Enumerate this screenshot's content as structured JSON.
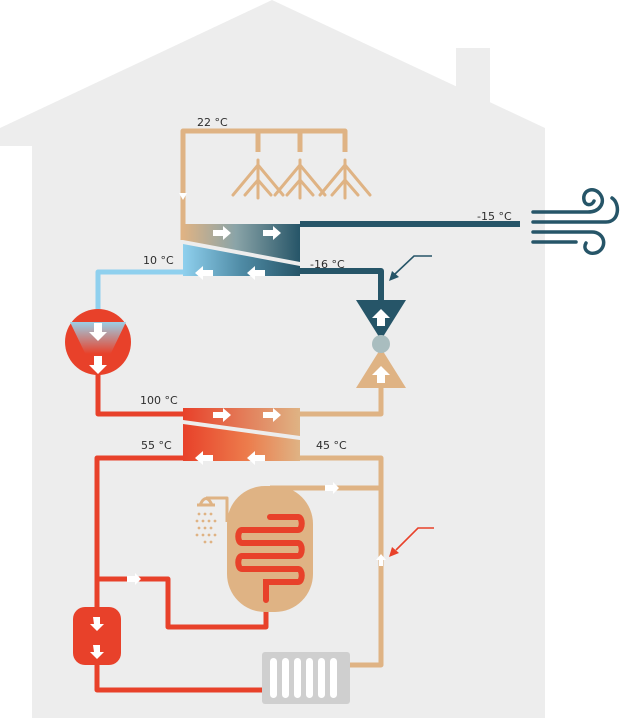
{
  "labels": {
    "t_air_in": "22 °C",
    "t_outdoor": "-15 °C",
    "t_evap_out": "10 °C",
    "t_evap_in": "-16 °C",
    "t_condenser_out": "100 °C",
    "t_supply": "55 °C",
    "t_return": "45 °C"
  },
  "colors": {
    "house": "#ededed",
    "warm_tan": "#dfb384",
    "hot_red": "#e8412a",
    "cold_blue": "#8fd0ee",
    "dark_blue": "#265568",
    "arrow": "#ffffff",
    "valve_ball": "#a9bdbf",
    "radiator": "#cfcfcf"
  },
  "icons": [
    "house-outline",
    "fan-icon",
    "wind-icon",
    "compressor-icon",
    "expansion-valve-icon",
    "shower-icon",
    "hot-water-tank-icon",
    "pump-icon",
    "radiator-icon"
  ]
}
